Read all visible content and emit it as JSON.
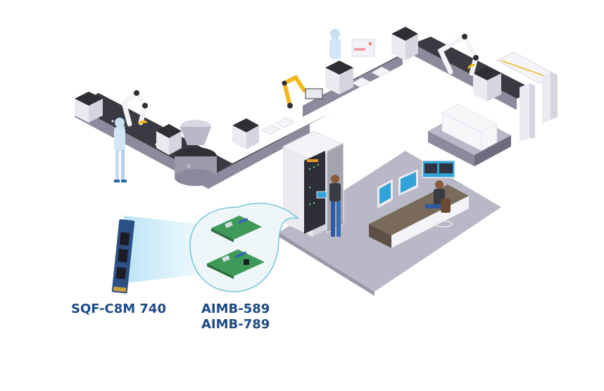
{
  "illustration": {
    "subject": "Smart factory production line with server rack and control room",
    "colors": {
      "caption_text": "#1d4a86",
      "bubble_stroke": "#7cc7d9",
      "bubble_fill": "#eef6f8",
      "beam": "#bfe6f5",
      "floor": "#b9b8c6",
      "conveyor_dark": "#3a3a42",
      "conveyor_side": "#8c8a9c",
      "machine_white": "#eceaf0",
      "robot_yellow": "#f2b81c",
      "screen_blue": "#2fa3d8",
      "desk_brown": "#7a6a5c",
      "pcb_green": "#3f9a5a",
      "ssd_blue": "#2c4f86"
    }
  },
  "captions": {
    "ssd": "SQF-C8M 740",
    "motherboard_1": "AIMB-589",
    "motherboard_2": "AIMB-789"
  }
}
